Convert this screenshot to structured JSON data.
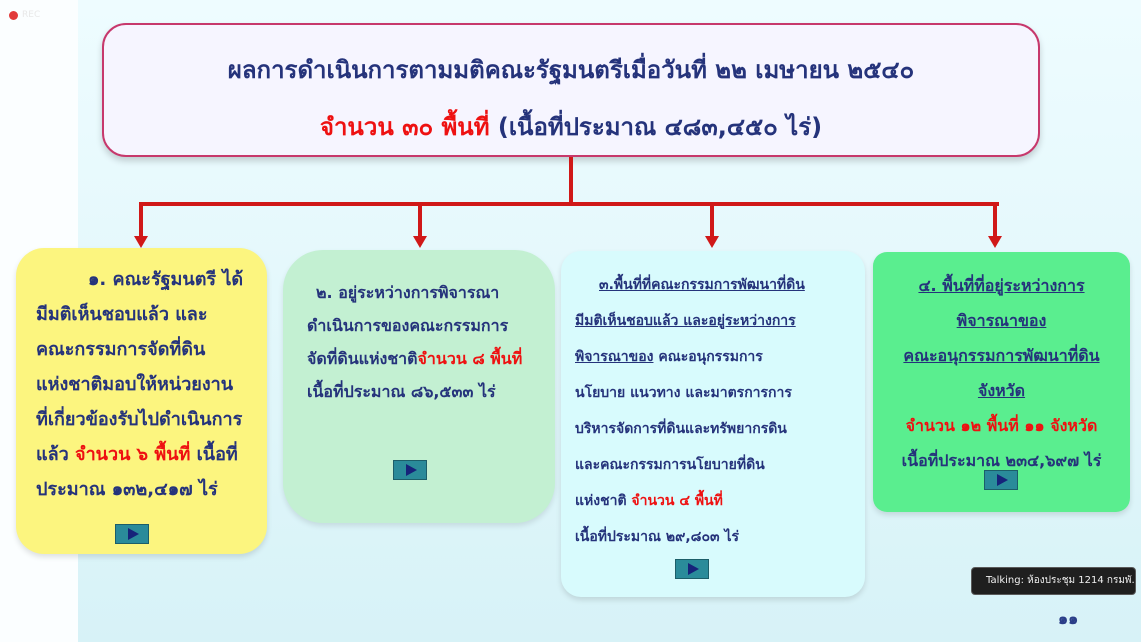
{
  "recording": {
    "label": "REC"
  },
  "title": {
    "line1": "ผลการดำเนินการตามมติคณะรัฐมนตรีเมื่อวันที่ ๒๒ เมษายน ๒๕๔๐",
    "line2_red": "จำนวน ๓๐ พื้นที่",
    "line2_rest": " (เนื้อที่ประมาณ ๔๘๓,๔๕๐ ไร่)"
  },
  "boxes": {
    "box1": {
      "l1": "๑. คณะรัฐมนตรี ได้",
      "l2": "มีมติเห็นชอบแล้ว และ",
      "l3": "คณะกรรมการจัดที่ดิน",
      "l4": "แห่งชาติมอบให้หน่วยงาน",
      "l5": "ที่เกี่ยวข้องรับไปดำเนินการ",
      "l6_pre": "แล้ว ",
      "l6_red": "จำนวน ๖ พื้นที่",
      "l6_post": " เนื้อที่",
      "l7": "ประมาณ ๑๓๒,๔๑๗ ไร่"
    },
    "box2": {
      "l1": "๒. อยู่ระหว่างการพิจารณา",
      "l2": "ดำเนินการของคณะกรรมการ",
      "l3_pre": "จัดที่ดินแห่งชาติ",
      "l3_red": "จำนวน ๘ พื้นที่",
      "l4": "เนื้อที่ประมาณ ๘๖,๕๓๓ ไร่"
    },
    "box3": {
      "l1": "๓.พื้นที่ที่คณะกรรมการพัฒนาที่ดิน",
      "l2": "มีมติเห็นชอบแล้ว และอยู่ระหว่างการ",
      "l3_u": "พิจารณาของ",
      "l3_rest": " คณะอนุกรรมการ",
      "l4": "นโยบาย แนวทาง และมาตรการการ",
      "l5": "บริหารจัดการที่ดินและทรัพยากรดิน",
      "l6": "และคณะกรรมการนโยบายที่ดิน",
      "l7_pre": "แห่งชาติ ",
      "l7_red": "จำนวน ๔ พื้นที่",
      "l8": "เนื้อที่ประมาณ ๒๙,๘๐๓ ไร่"
    },
    "box4": {
      "l1": "๔. พื้นที่ที่อยู่ระหว่างการ",
      "l2": "พิจารณาของ",
      "l3": "คณะอนุกรรมการพัฒนาที่ดิน",
      "l4": "จังหวัด",
      "l5": "จำนวน ๑๒ พื้นที่ ๑๑ จังหวัด",
      "l6": "เนื้อที่ประมาณ ๒๓๔,๖๙๗ ไร่"
    }
  },
  "talking": {
    "text": "Talking: ห้องประชุม 1214 กรมพั..."
  },
  "page_number": "๑๑",
  "colors": {
    "title_text": "#25337b",
    "highlight": "#ee1111",
    "connector": "#d01818",
    "box1": "#fcf57f",
    "box2": "#c3f0d2",
    "box3": "#d8fbfd",
    "box4": "#5aee8f"
  }
}
